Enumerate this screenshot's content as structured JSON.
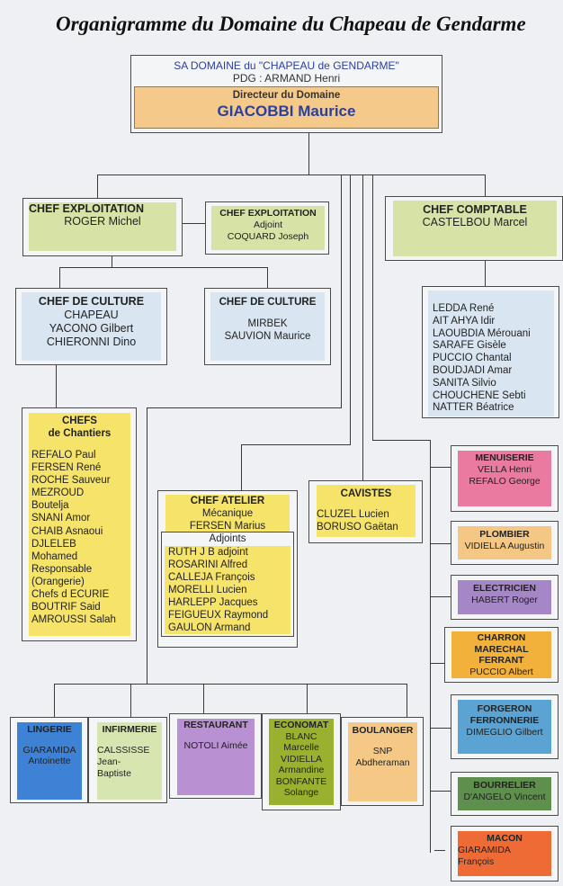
{
  "title": "Organigramme du Domaine du Chapeau de Gendarme",
  "colors": {
    "director": "#f5c98a",
    "green": "#d7e2a7",
    "lightblue": "#d9e6f1",
    "yellow": "#f6e36a",
    "menuiserie": "#ea7aa0",
    "plombier": "#f4c884",
    "electricien": "#a586c6",
    "charron": "#f1b13a",
    "forgeron": "#5aa3d3",
    "bourrelier": "#5e8f4c",
    "macon": "#ef6b36",
    "lingerie": "#3d82d4",
    "infirmerie": "#d7e6b0",
    "restaurant": "#b990d2",
    "economat": "#9ab130",
    "boulanger": "#f6c886",
    "top_text": "#2b3f9c"
  },
  "top": {
    "company": "SA  DOMAINE du \"CHAPEAU de GENDARME\"",
    "pdg": "PDG :     ARMAND Henri",
    "director_role": "Directeur du Domaine",
    "director_name": "GIACOBBI Maurice"
  },
  "chef_exploitation": {
    "role": "CHEF EXPLOITATION",
    "name": "ROGER Michel"
  },
  "chef_exploitation_adjoint": {
    "role": "CHEF EXPLOITATION",
    "sub": "Adjoint",
    "name": "COQUARD Joseph"
  },
  "chef_comptable": {
    "role": "CHEF COMPTABLE",
    "name": "CASTELBOU Marcel"
  },
  "comptables": [
    "LEDDA René",
    "AIT AHYA Idir",
    "LAOUBDIA  Mérouani",
    "SARAFE Gisèle",
    "PUCCIO Chantal",
    "BOUDJADI Amar",
    "SANITA Silvio",
    "CHOUCHENE Sebti",
    "NATTER Béatrice"
  ],
  "chef_culture_1": {
    "role": "CHEF DE CULTURE",
    "names": [
      "CHAPEAU",
      "YACONO Gilbert",
      "CHIERONNI  Dino"
    ]
  },
  "chef_culture_2": {
    "role": "CHEF DE CULTURE",
    "names": [
      "MIRBEK",
      "SAUVION Maurice"
    ]
  },
  "chefs_chantiers": {
    "role_line1": "CHEFS",
    "role_line2": "de Chantiers",
    "names": [
      "REFALO Paul",
      "FERSEN René",
      "ROCHE Sauveur",
      "MEZROUD",
      "Boutelja",
      "SNANI Amor",
      "CHAIB Asnaoui",
      "DJLELEB",
      "Mohamed",
      "Responsable",
      "(Orangerie)",
      "Chefs d ECURIE",
      "BOUTRIF Said",
      "AMROUSSI Salah"
    ]
  },
  "chef_atelier": {
    "role": "CHEF ATELIER",
    "sub": "Mécanique",
    "name": "FERSEN Marius",
    "adjoints_label": "Adjoints",
    "adjoints": [
      "RUTH J B adjoint",
      "ROSARINI Alfred",
      "CALLEJA François",
      "MORELLI Lucien",
      "HARLEPP Jacques",
      "FEIGUEUX Raymond",
      "GAULON Armand"
    ]
  },
  "cavistes": {
    "role": "CAVISTES",
    "names": [
      "CLUZEL Lucien",
      "BORUSO Gaëtan"
    ]
  },
  "trades": [
    {
      "role": [
        "MENUISERIE"
      ],
      "names": [
        "VELLA Henri",
        "REFALO George"
      ]
    },
    {
      "role": [
        "PLOMBIER"
      ],
      "names": [
        "VIDIELLA  Augustin"
      ]
    },
    {
      "role": [
        "ELECTRICIEN"
      ],
      "names": [
        "HABERT Roger"
      ]
    },
    {
      "role": [
        "CHARRON",
        "MARECHAL",
        "FERRANT"
      ],
      "names": [
        "PUCCIO Albert"
      ]
    },
    {
      "role": [
        "FORGERON",
        "FERRONNERIE"
      ],
      "names": [
        "DIMEGLIO Gilbert"
      ]
    },
    {
      "role": [
        "BOURRELIER"
      ],
      "names": [
        "D'ANGELO Vincent"
      ]
    },
    {
      "role": [
        "MACON"
      ],
      "names": [
        "GIARAMIDA",
        "François"
      ]
    }
  ],
  "services": [
    {
      "role": "LINGERIE",
      "names": [
        "GIARAMIDA",
        "Antoinette"
      ]
    },
    {
      "role": "INFIRMERIE",
      "names": [
        "CALSSISSE",
        " Jean-",
        "Baptiste"
      ]
    },
    {
      "role": "RESTAURANT",
      "names": [
        "NOTOLI Aimée"
      ]
    },
    {
      "role": "ECONOMAT",
      "names": [
        "BLANC",
        "Marcelle",
        "VIDIELLA",
        "Armandine",
        "BONFANTE",
        "Solange"
      ]
    },
    {
      "role": "BOULANGER",
      "names": [
        "SNP",
        "Abdheraman"
      ]
    }
  ]
}
